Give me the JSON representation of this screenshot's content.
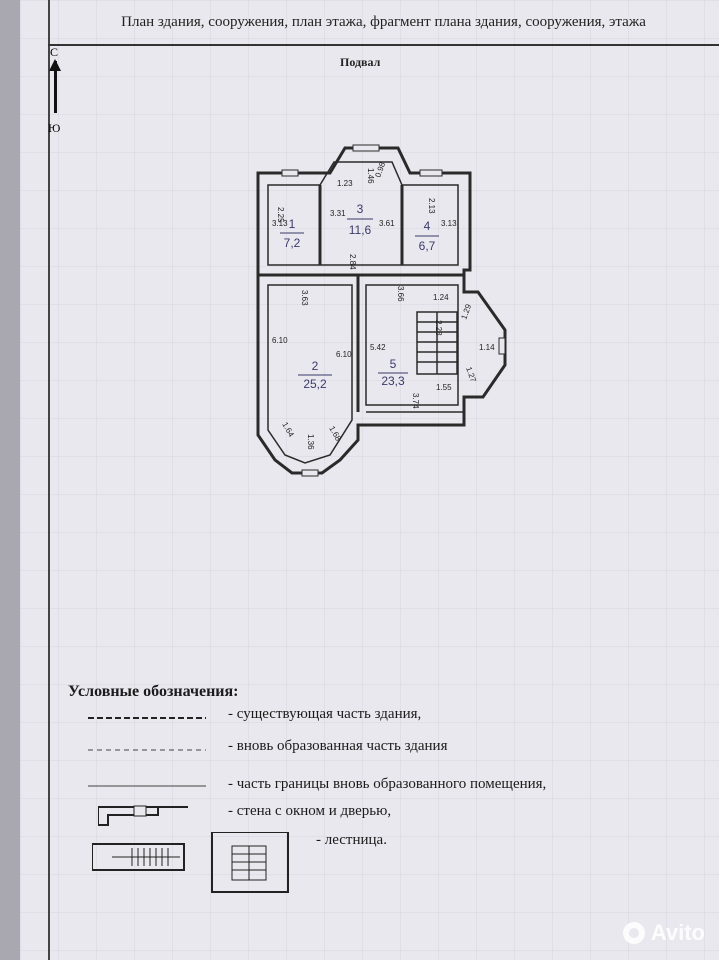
{
  "header": {
    "title": "План здания, сооружения, план этажа, фрагмент плана здания, сооружения, этажа"
  },
  "floor": {
    "name": "Подвал"
  },
  "compass": {
    "north": "С",
    "south": "Ю"
  },
  "rooms": [
    {
      "number": "1",
      "area": "7,2"
    },
    {
      "number": "2",
      "area": "25,2"
    },
    {
      "number": "3",
      "area": "11,6"
    },
    {
      "number": "4",
      "area": "6,7"
    },
    {
      "number": "5",
      "area": "23,3"
    }
  ],
  "dims": {
    "d225": "2.25",
    "d313a": "3.13",
    "d331": "3.31",
    "d123": "1.23",
    "d146": "1.46",
    "d098": "0.98",
    "d361": "3.61",
    "d213": "2.13",
    "d313b": "3.13",
    "d284": "2.84",
    "d363": "3.63",
    "d366": "3.66",
    "d124": "1.24",
    "d610a": "6.10",
    "d610b": "6.10",
    "d542": "5.42",
    "d228": "2.28",
    "d129": "1.29",
    "d114": "1.14",
    "d127": "1.27",
    "d155": "1.55",
    "d374": "3.74",
    "d164": "1.64",
    "d136": "1.36",
    "d168": "1.68"
  },
  "legend": {
    "title": "Условные обозначения:",
    "existing": "- существующая часть здания,",
    "new": "- вновь образованная часть здания",
    "boundary": "- часть границы вновь образованного  помещения,",
    "wall": "-  стена с окном и дверью,",
    "stairs": "-  лестница."
  },
  "watermark": {
    "text": "Avito"
  }
}
